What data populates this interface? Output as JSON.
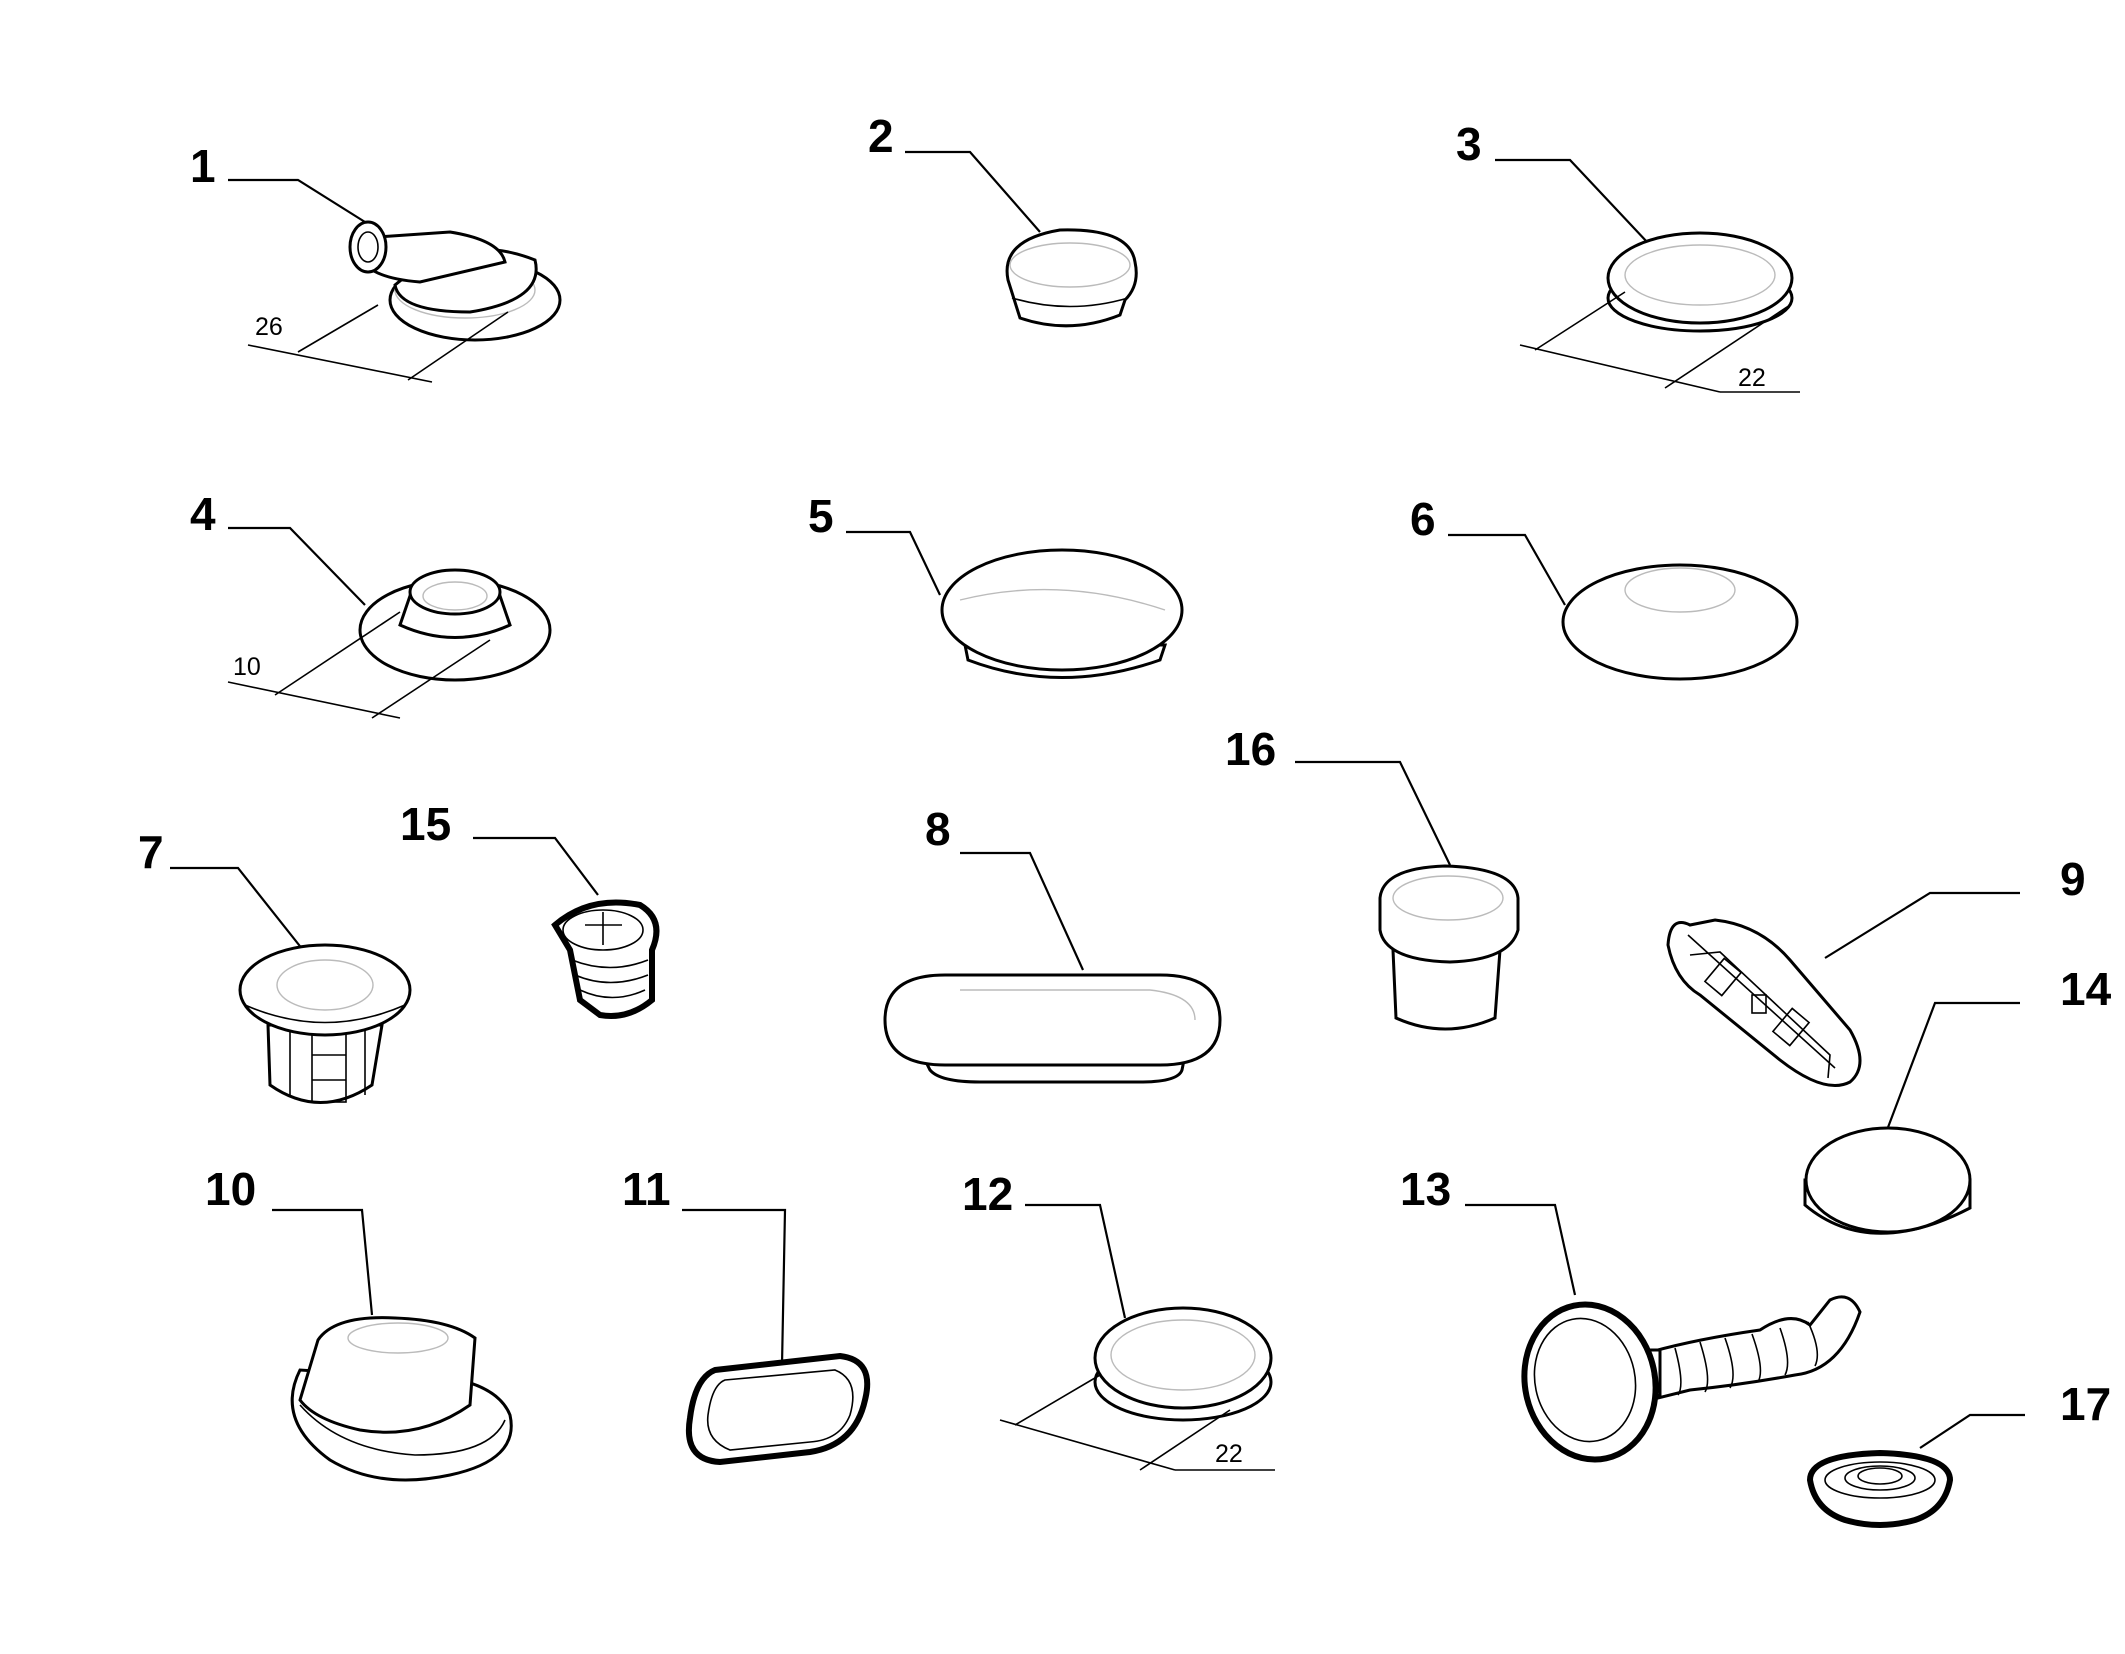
{
  "callouts": {
    "p1": "1",
    "p2": "2",
    "p3": "3",
    "p4": "4",
    "p5": "5",
    "p6": "6",
    "p7": "7",
    "p8": "8",
    "p9": "9",
    "p10": "10",
    "p11": "11",
    "p12": "12",
    "p13": "13",
    "p14": "14",
    "p15": "15",
    "p16": "16",
    "p17": "17"
  },
  "dimensions": {
    "d1": "26",
    "d3": "22",
    "d4": "10",
    "d12": "22"
  }
}
